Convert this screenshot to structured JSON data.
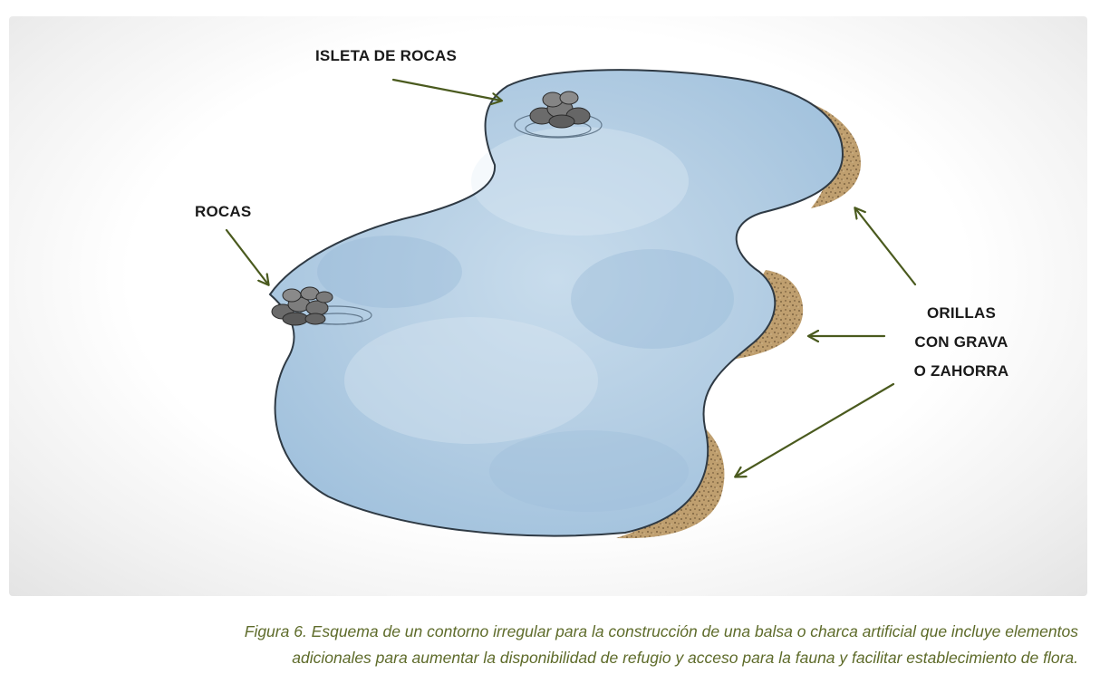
{
  "labels": {
    "isleta": "ISLETA DE ROCAS",
    "rocas": "ROCAS",
    "orillas": [
      "ORILLAS",
      "CON GRAVA",
      "O ZAHORRA"
    ]
  },
  "caption": {
    "line1": "Figura 6. Esquema de un contorno irregular para la construcción de una balsa o charca artificial que incluye elementos",
    "line2": "adicionales para aumentar la disponibilidad de refugio y acceso para la fauna y facilitar establecimiento de flora."
  },
  "colors": {
    "water": "#a9c7e0",
    "water_light": "#dce9f4",
    "gravel": "#b89868",
    "arrow": "#4a5a1e",
    "rock": "#6e6e6e",
    "caption": "#5e6b2a"
  }
}
